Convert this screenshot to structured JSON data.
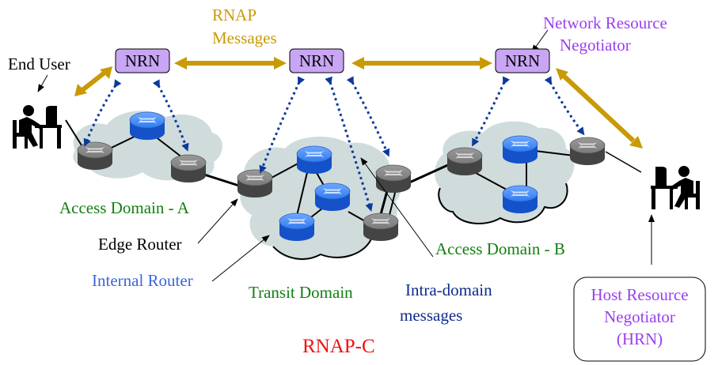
{
  "colors": {
    "gold": "#c99a06",
    "purple": "#9b3ef0",
    "nrn_fill": "#c9a6f4",
    "green": "#128012",
    "navy": "#0d2c8c",
    "blue_label": "#3a66e0",
    "red": "#ee1111",
    "cloud": "#d0dcdc",
    "dotted": "#0b3a9c"
  },
  "labels": {
    "rnap_messages_1": "RNAP",
    "rnap_messages_2": "Messages",
    "end_user": "End User",
    "network_resource_1": "Network Resource",
    "network_resource_2": "Negotiator",
    "access_domain_a": "Access Domain - A",
    "edge_router": "Edge Router",
    "internal_router": "Internal Router",
    "transit_domain": "Transit Domain",
    "intra_domain_1": "Intra-domain",
    "intra_domain_2": "messages",
    "access_domain_b": "Access Domain - B",
    "rnap_c": "RNAP-C",
    "hrn_1": "Host Resource",
    "hrn_2": "Negotiator",
    "hrn_3": "(HRN)"
  },
  "nrn_nodes": [
    {
      "id": "nrn-a",
      "label": "NRN"
    },
    {
      "id": "nrn-transit",
      "label": "NRN"
    },
    {
      "id": "nrn-b",
      "label": "NRN"
    }
  ],
  "icons": {
    "end_user_left": "person-at-computer-icon",
    "end_user_right": "person-at-computer-icon",
    "edge_router": "router-gray-icon",
    "internal_router": "router-blue-icon",
    "cloud": "network-cloud"
  }
}
